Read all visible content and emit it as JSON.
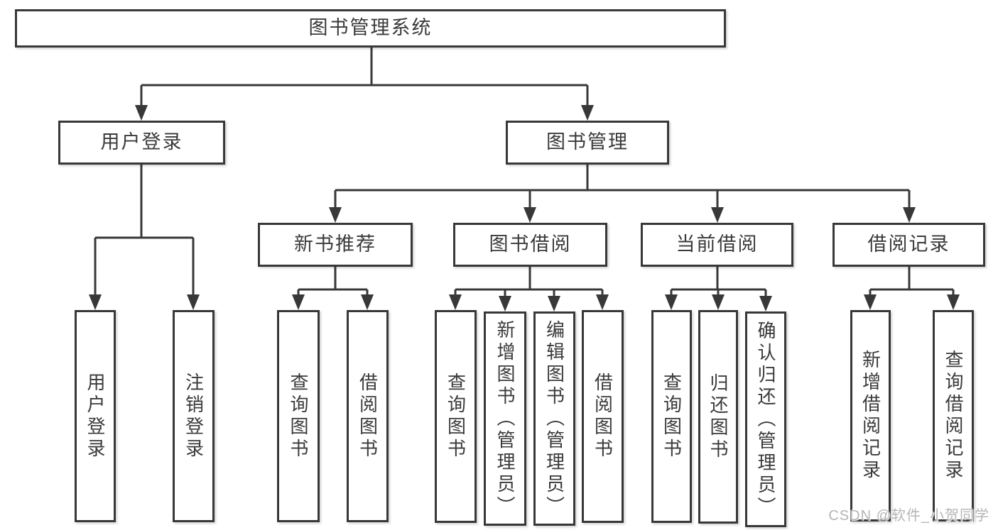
{
  "nodes": {
    "root": "图书管理系统",
    "user_login": "用户登录",
    "book_management": "图书管理",
    "new_book_recommend": "新书推荐",
    "book_borrow": "图书借阅",
    "current_borrow": "当前借阅",
    "borrow_records": "借阅记录",
    "leaf_user_login": "用户登录",
    "leaf_logout": "注销登录",
    "leaf_rec_query_book": "查询图书",
    "leaf_rec_borrow_book": "借阅图书",
    "leaf_bor_query_book": "查询图书",
    "leaf_bor_add_book": "新增图书（管理员）",
    "leaf_bor_edit_book": "编辑图书（管理员）",
    "leaf_bor_borrow_book": "借阅图书",
    "leaf_cur_query_book": "查询图书",
    "leaf_cur_return_book": "归还图书",
    "leaf_cur_confirm_return": "确认归还（管理员）",
    "leaf_log_add_record": "新增借阅记录",
    "leaf_log_query_record": "查询借阅记录"
  },
  "watermark": "CSDN @软件_小贺同学",
  "colors": {
    "line": "#383838",
    "text": "#3a3a3a",
    "watermark": "#b5b5b5",
    "background": "#ffffff"
  }
}
